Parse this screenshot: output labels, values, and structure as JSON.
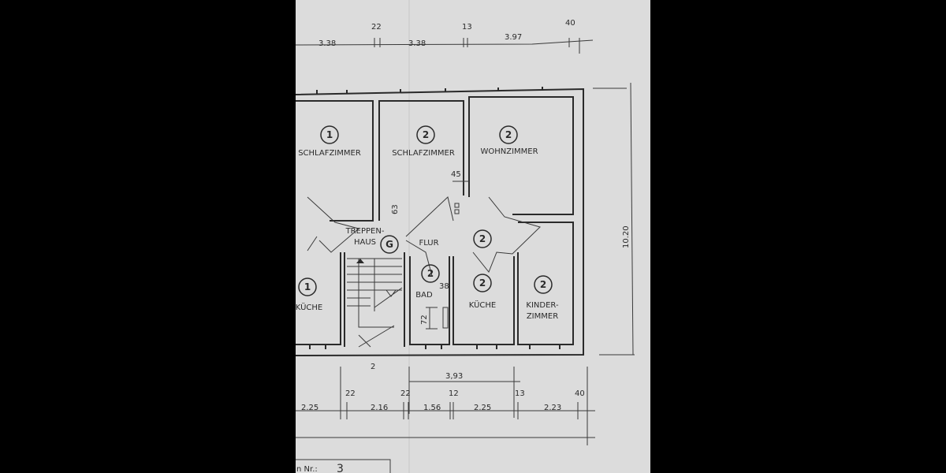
{
  "plan": {
    "top_dimensions": [
      "3.38",
      "22",
      "3.38",
      "13",
      "3.97",
      "40"
    ],
    "right_dimension": "10.20",
    "bottom_dimensions": {
      "overall": "3,93",
      "row": [
        "2.25",
        "22",
        "2.16",
        "22",
        "1.56",
        "12",
        "2.25",
        "13",
        "2.23",
        "40"
      ],
      "stair_label": "2"
    },
    "detail_dimensions": {
      "closet": "45",
      "door_offset": "63",
      "bath_a": "38",
      "bath_b": "72"
    },
    "rooms": [
      {
        "name": "SCHLAFZIMMER",
        "unit": "1"
      },
      {
        "name": "SCHLAFZIMMER",
        "unit": "2"
      },
      {
        "name": "WOHNZIMMER",
        "unit": "2"
      },
      {
        "name": "TREPPEN-",
        "name2": "HAUS",
        "unit": "G"
      },
      {
        "name": "FLUR",
        "unit": "2"
      },
      {
        "name": "BAD",
        "unit": "2"
      },
      {
        "name": "KÜCHE",
        "unit": "2"
      },
      {
        "name": "KINDER-",
        "name2": "ZIMMER",
        "unit": "2"
      },
      {
        "name": "KÜCHE",
        "unit": "1"
      }
    ],
    "title_block": {
      "label": "n Nr.:",
      "value": "3"
    }
  },
  "colors": {
    "paper": "#dcdcdc",
    "ink": "#2a2a2a",
    "background": "#000000"
  }
}
